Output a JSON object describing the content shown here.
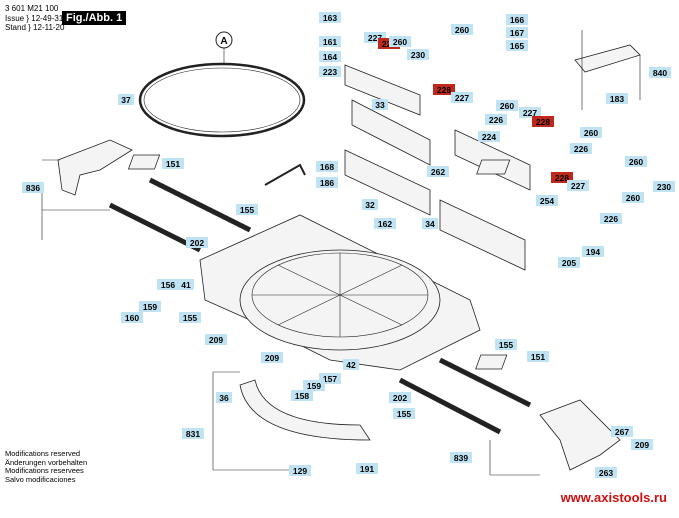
{
  "header": {
    "part_number": "3 601 M21 100",
    "issue_label": "Issue } 12-49-31",
    "stand_label": "Stand } 12-11-20",
    "figure": "Fig./Abb. 1"
  },
  "detail_marker": "A",
  "modifications": [
    "Modifications reserved",
    "Änderungen vorbehalten",
    "Modifications reservees",
    "Salvo modificaciones"
  ],
  "watermark": "www.axistools.ru",
  "colors": {
    "label_bg": "#bfe3f2",
    "highlight_bg": "#c0281c",
    "watermark": "#d01010"
  },
  "part_labels": [
    {
      "text": "163"
    },
    {
      "text": "161"
    },
    {
      "text": "164"
    },
    {
      "text": "223"
    },
    {
      "text": "227"
    },
    {
      "text": "228",
      "highlight": true
    },
    {
      "text": "260"
    },
    {
      "text": "230"
    },
    {
      "text": "260"
    },
    {
      "text": "166"
    },
    {
      "text": "167"
    },
    {
      "text": "165"
    },
    {
      "text": "840"
    },
    {
      "text": "183"
    },
    {
      "text": "37"
    },
    {
      "text": "33"
    },
    {
      "text": "228",
      "highlight": true
    },
    {
      "text": "227"
    },
    {
      "text": "260"
    },
    {
      "text": "226"
    },
    {
      "text": "227"
    },
    {
      "text": "228",
      "highlight": true
    },
    {
      "text": "260"
    },
    {
      "text": "224"
    },
    {
      "text": "226"
    },
    {
      "text": "151"
    },
    {
      "text": "168"
    },
    {
      "text": "186"
    },
    {
      "text": "262"
    },
    {
      "text": "260"
    },
    {
      "text": "228",
      "highlight": true
    },
    {
      "text": "227"
    },
    {
      "text": "230"
    },
    {
      "text": "254"
    },
    {
      "text": "260"
    },
    {
      "text": "836"
    },
    {
      "text": "32"
    },
    {
      "text": "155"
    },
    {
      "text": "162"
    },
    {
      "text": "34"
    },
    {
      "text": "226"
    },
    {
      "text": "202"
    },
    {
      "text": "194"
    },
    {
      "text": "205"
    },
    {
      "text": "156"
    },
    {
      "text": "41"
    },
    {
      "text": "159"
    },
    {
      "text": "155"
    },
    {
      "text": "160"
    },
    {
      "text": "209"
    },
    {
      "text": "209"
    },
    {
      "text": "42"
    },
    {
      "text": "155"
    },
    {
      "text": "151"
    },
    {
      "text": "157"
    },
    {
      "text": "159"
    },
    {
      "text": "36"
    },
    {
      "text": "202"
    },
    {
      "text": "158"
    },
    {
      "text": "155"
    },
    {
      "text": "831"
    },
    {
      "text": "267"
    },
    {
      "text": "209"
    },
    {
      "text": "839"
    },
    {
      "text": "129"
    },
    {
      "text": "191"
    },
    {
      "text": "263"
    }
  ]
}
